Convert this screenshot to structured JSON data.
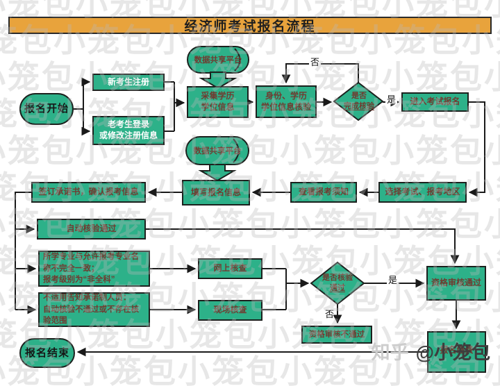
{
  "title": "经济师考试报名流程",
  "colors": {
    "banner_orange": "#E8A33C",
    "node_green": "#2DB189",
    "text_maroon": "#713A30",
    "border": "#1c211e",
    "line": "#1a1a1a"
  },
  "nodes": {
    "start": "报名开始",
    "new_register": "新考生注册",
    "old_login_line1": "老考生登录",
    "old_login_line2": "或修改注册信息",
    "data_platform": "数据共享平台",
    "collect_line1": "采集学历",
    "collect_line2": "学位信息",
    "verify_line1": "身份、学历",
    "verify_line2": "学位信息核验",
    "check1_line1": "是否",
    "check1_line2": "完成核验",
    "enter_exam": "进入考试报名",
    "select_exam": "选择考试、报考地区",
    "view_notice": "查看报考须知",
    "fill_info": "填写报名信息",
    "sign_commit": "签订承诺书，确认报考信息",
    "auto_pass": "自动核验通过",
    "mismatch_line1": "所学专业与允许报考专业名",
    "mismatch_line2": "称不完全一致；",
    "mismatch_line3": "报考级别为“非全科”",
    "notapply_line1": "不适用告知承诺制人员：",
    "notapply_line2": "自动核验不通过或不存在核",
    "notapply_line3": "验范围",
    "online_check": "网上核查",
    "onsite_check": "现场核查",
    "check2_line1": "是否核验",
    "check2_line2": "通过",
    "audit_pass": "资格审核通过",
    "audit_fail": "资格审核不通过",
    "pay": "报名缴费",
    "end": "报名结束"
  },
  "labels": {
    "no1": "否",
    "yes1": "是",
    "yes2": "是",
    "no2": "否"
  },
  "watermark": {
    "unit": "小笼包",
    "row": "小笼包小笼包小笼包小笼包小笼包小笼包小笼包小笼包小笼包小笼包",
    "credit_prefix": "知乎",
    "credit_handle": "@小笼包"
  }
}
